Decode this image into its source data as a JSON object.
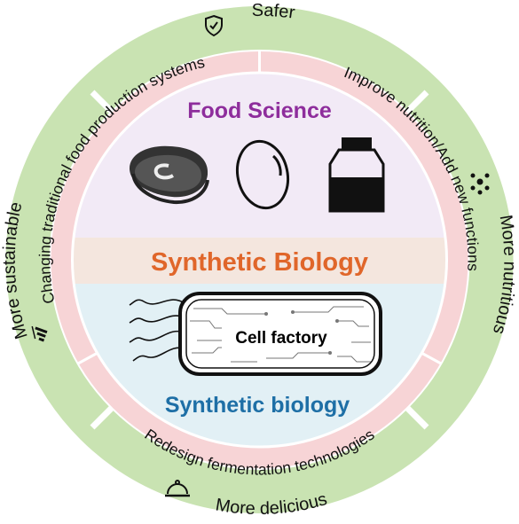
{
  "outer_ring": {
    "top": "Safer",
    "right": "More nutritious",
    "bottom": "More delicious",
    "left": "More sustainable"
  },
  "inner_ring": {
    "top_left": "Changing traditional food production systems",
    "top_right": "Improve nutrition/Add new functions",
    "bottom": "Redesign fermentation technologies"
  },
  "center": {
    "top_title": "Food Science",
    "middle_title": "Synthetic Biology",
    "bottom_title": "Synthetic biology",
    "cell_label": "Cell factory"
  },
  "icons": {
    "safer": "shield-check-icon",
    "nutritious": "molecule-icon",
    "delicious": "cloche-icon",
    "sustainable": "growth-chart-icon",
    "food": [
      "meat-icon",
      "egg-icon",
      "milk-bottle-icon"
    ]
  },
  "colors": {
    "outer_ring": "#c9e3b2",
    "inner_ring": "#f7d4d6",
    "top_half": "#f2eaf6",
    "band": "#f4e6de",
    "bottom_half": "#e2f0f5",
    "food_title": "#8e2d9c",
    "synthetic_title": "#e0662a",
    "bio_title": "#1e6fa6"
  }
}
